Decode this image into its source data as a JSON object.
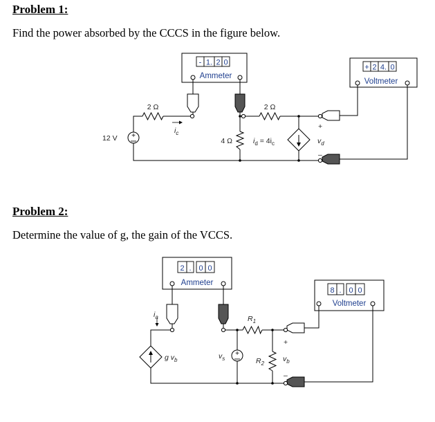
{
  "problem1": {
    "title": "Problem 1:",
    "statement": "Find the power absorbed by the CCCS in the figure below.",
    "ammeter": {
      "label": "Ammeter",
      "digits": [
        "-",
        "1.",
        "2",
        "0"
      ]
    },
    "voltmeter": {
      "label": "Voltmeter",
      "digits": [
        "+",
        "2",
        "4.",
        "0"
      ]
    },
    "source_label": "12 V",
    "r1_label": "2 Ω",
    "r2_label": "4 Ω",
    "r3_label": "2 Ω",
    "current_label": "i",
    "current_sub": "c",
    "cccs_label": "i",
    "cccs_sub": "d",
    "cccs_rhs": " = 4i",
    "cccs_rhs_sub": "c",
    "vd_label": "v",
    "vd_sub": "d",
    "plus": "+",
    "minus": "–"
  },
  "problem2": {
    "title": "Problem 2:",
    "statement": "Determine the value of g, the gain of the VCCS.",
    "ammeter": {
      "label": "Ammeter",
      "digits": [
        "2",
        ".",
        "0",
        "0"
      ]
    },
    "voltmeter": {
      "label": "Voltmeter",
      "digits": [
        "8",
        ".",
        "0",
        "0"
      ]
    },
    "ia_label": "i",
    "ia_sub": "a",
    "vccs_label": "g v",
    "vccs_sub": "b",
    "vs_label": "v",
    "vs_sub": "s",
    "r1_label": "R",
    "r1_sub": "1",
    "r2_label": "R",
    "r2_sub": "2",
    "vb_label": "v",
    "vb_sub": "b",
    "plus": "+",
    "minus": "–"
  },
  "colors": {
    "meter_text": "#1f3f8f",
    "probe_dark": "#555555"
  }
}
